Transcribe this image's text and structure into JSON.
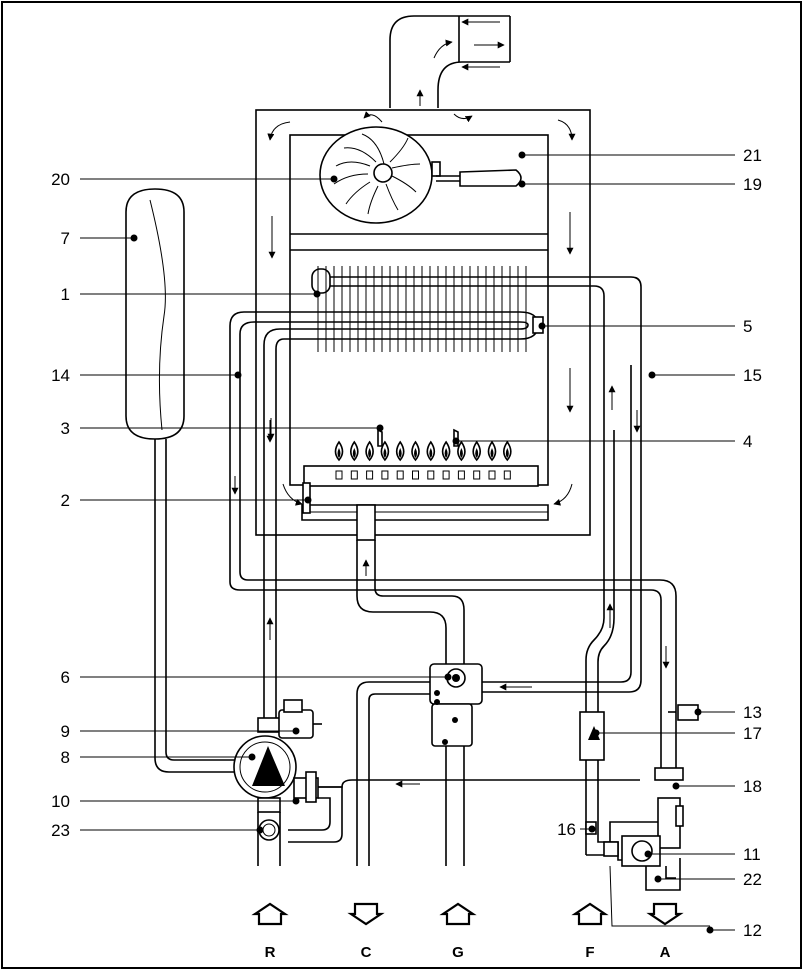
{
  "callouts": [
    {
      "label": "20"
    },
    {
      "label": "7"
    },
    {
      "label": "1"
    },
    {
      "label": "14"
    },
    {
      "label": "3"
    },
    {
      "label": "2"
    },
    {
      "label": "6"
    },
    {
      "label": "9"
    },
    {
      "label": "8"
    },
    {
      "label": "10"
    },
    {
      "label": "23"
    },
    {
      "label": "16"
    },
    {
      "label": "21"
    },
    {
      "label": "19"
    },
    {
      "label": "5"
    },
    {
      "label": "15"
    },
    {
      "label": "4"
    },
    {
      "label": "13"
    },
    {
      "label": "17"
    },
    {
      "label": "18"
    },
    {
      "label": "11"
    },
    {
      "label": "22"
    },
    {
      "label": "12"
    }
  ],
  "connections": [
    {
      "label": "R",
      "direction": "up"
    },
    {
      "label": "C",
      "direction": "down"
    },
    {
      "label": "G",
      "direction": "up"
    },
    {
      "label": "F",
      "direction": "up"
    },
    {
      "label": "A",
      "direction": "down"
    }
  ]
}
